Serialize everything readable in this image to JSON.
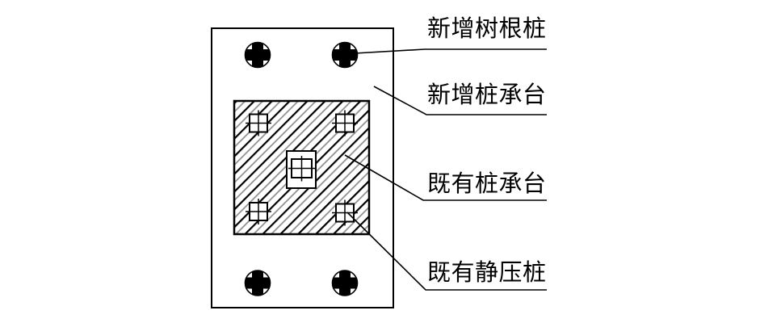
{
  "diagram": {
    "type": "engineering-plan-drawing",
    "background_color": "#ffffff",
    "line_color": "#000000",
    "hatch_secondary_color": "#8c8c8c",
    "labels": {
      "new_root_pile": "新增树根桩",
      "new_pile_cap": "新增桩承台",
      "existing_pile_cap": "既有桩承台",
      "existing_jacked_pile": "既有静压桩"
    },
    "symbols": {
      "new_root_pile": "filled-cross-circle-icon",
      "existing_jacked_pile": "crossed-square-icon",
      "existing_pile_cap": "diagonal-hatch-fill",
      "center_column": "nested-square-cross-icon"
    }
  }
}
